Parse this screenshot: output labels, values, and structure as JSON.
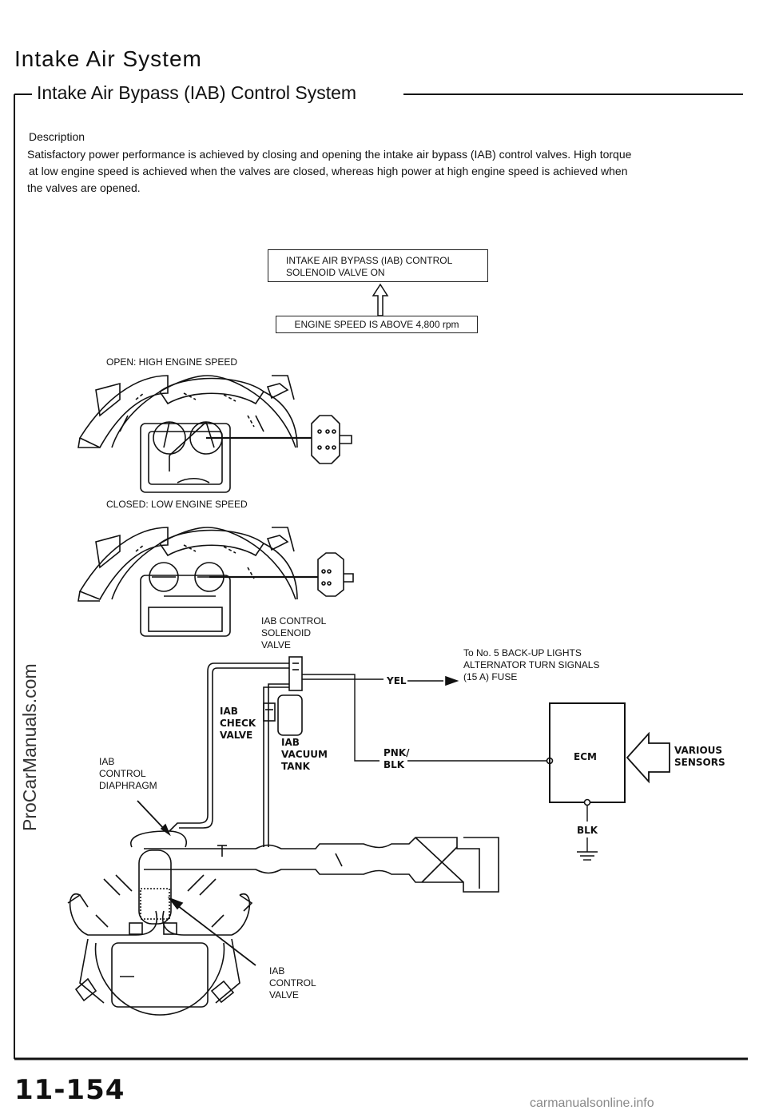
{
  "header": {
    "title": "Intake Air System",
    "subtitle": "Intake Air Bypass (IAB) Control System"
  },
  "description": {
    "heading": "Description",
    "lines": [
      "Satisfactory power performance is achieved by closing and opening the intake air bypass (IAB) control valves. High torque",
      "at low engine speed is achieved when the valves are closed, whereas high power at high engine speed is achieved when",
      "the valves are opened."
    ]
  },
  "flow": {
    "box_top_line1": "INTAKE AIR BYPASS (IAB) CONTROL",
    "box_top_line2": "SOLENOID VALVE ON",
    "box_bottom": "ENGINE SPEED IS ABOVE 4,800 rpm"
  },
  "diagrams": {
    "open_label": "OPEN: HIGH ENGINE SPEED",
    "closed_label": "CLOSED: LOW ENGINE SPEED"
  },
  "labels": {
    "solenoid": [
      "IAB CONTROL",
      "SOLENOID",
      "VALVE"
    ],
    "check_valve": [
      "IAB",
      "CHECK",
      "VALVE"
    ],
    "vacuum_tank": [
      "IAB",
      "VACUUM",
      "TANK"
    ],
    "diaphragm": [
      "IAB",
      "CONTROL",
      "DIAPHRAGM"
    ],
    "control_valve": [
      "IAB",
      "CONTROL",
      "VALVE"
    ],
    "to_fuse": [
      "To No. 5 BACK-UP LIGHTS",
      "ALTERNATOR TURN SIGNALS",
      "(15 A) FUSE"
    ],
    "wire_yel": "YEL",
    "wire_pnk_blk": [
      "PNK/",
      "BLK"
    ],
    "ecm": "ECM",
    "ground_wire": "BLK",
    "sensors": [
      "VARIOUS",
      "SENSORS"
    ]
  },
  "footer": {
    "page_number": "11-154",
    "side_watermark": "ProCarManuals.com",
    "bottom_watermark": "carmanualsonline.info"
  }
}
